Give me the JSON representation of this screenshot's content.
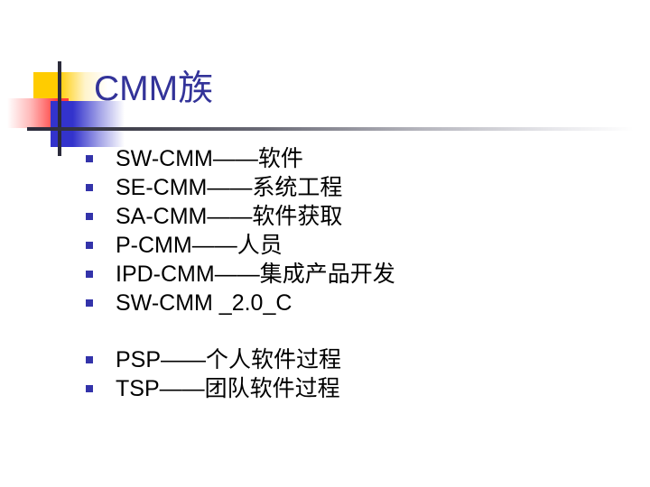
{
  "slide": {
    "title": "CMM族",
    "colors": {
      "title": "#333399",
      "bullet_marker": "#3333AA",
      "body_text": "#000000",
      "background": "#ffffff",
      "logo_yellow": "#FFCC00",
      "logo_red": "#FF3B3B",
      "logo_blue": "#3333CC",
      "rule_dark": "#2b2b3b"
    },
    "bullets": [
      {
        "text": "SW-CMM——软件",
        "gap_before": false
      },
      {
        "text": "SE-CMM——系统工程",
        "gap_before": false
      },
      {
        "text": "SA-CMM——软件获取",
        "gap_before": false
      },
      {
        "text": "P-CMM——人员",
        "gap_before": false
      },
      {
        "text": "IPD-CMM——集成产品开发",
        "gap_before": false
      },
      {
        "text": "SW-CMM _2.0_C",
        "gap_before": false
      },
      {
        "text": "PSP——个人软件过程",
        "gap_before": true
      },
      {
        "text": "TSP——团队软件过程",
        "gap_before": false
      }
    ]
  }
}
